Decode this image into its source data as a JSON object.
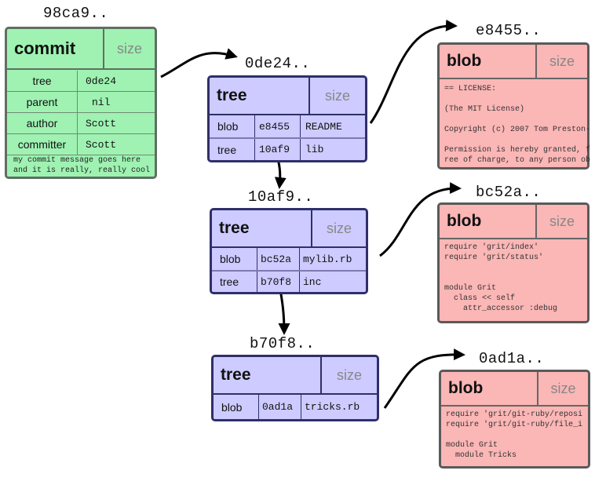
{
  "commit": {
    "hash": "98ca9..",
    "type": "commit",
    "size": "size",
    "fields": [
      {
        "key": "tree",
        "value": "0de24"
      },
      {
        "key": "parent",
        "value": "nil"
      },
      {
        "key": "author",
        "value": "Scott"
      },
      {
        "key": "committer",
        "value": "Scott"
      }
    ],
    "message": [
      "my commit message goes here",
      "and it is really, really cool"
    ]
  },
  "trees": [
    {
      "hash": "0de24..",
      "type": "tree",
      "size": "size",
      "entries": [
        {
          "kind": "blob",
          "sha": "e8455",
          "name": "README"
        },
        {
          "kind": "tree",
          "sha": "10af9",
          "name": "lib"
        }
      ]
    },
    {
      "hash": "10af9..",
      "type": "tree",
      "size": "size",
      "entries": [
        {
          "kind": "blob",
          "sha": "bc52a",
          "name": "mylib.rb"
        },
        {
          "kind": "tree",
          "sha": "b70f8",
          "name": "inc"
        }
      ]
    },
    {
      "hash": "b70f8..",
      "type": "tree",
      "size": "size",
      "entries": [
        {
          "kind": "blob",
          "sha": "0ad1a",
          "name": "tricks.rb"
        }
      ]
    }
  ],
  "blobs": [
    {
      "hash": "e8455..",
      "type": "blob",
      "size": "size",
      "lines": [
        "== LICENSE:",
        "",
        "(The MIT License)",
        "",
        "Copyright (c) 2007 Tom Preston-",
        "",
        "Permission is hereby granted, f",
        "ree of charge, to any person ob"
      ]
    },
    {
      "hash": "bc52a..",
      "type": "blob",
      "size": "size",
      "lines": [
        "require 'grit/index'",
        "require 'grit/status'",
        "",
        "",
        "module Grit",
        "  class << self",
        "    attr_accessor :debug"
      ]
    },
    {
      "hash": "0ad1a..",
      "type": "blob",
      "size": "size",
      "lines": [
        "require 'grit/git-ruby/reposi",
        "require 'grit/git-ruby/file_i",
        "",
        "module Grit",
        "  module Tricks"
      ]
    }
  ]
}
